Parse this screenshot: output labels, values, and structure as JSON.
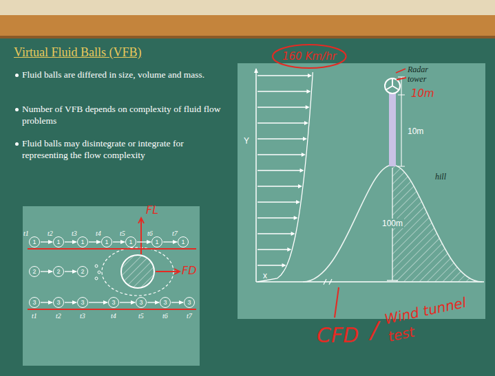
{
  "diagram": {
    "title": "Virtual Fluid Balls (VFB)",
    "nodes": [
      {
        "text": [
          "1"
        ]
      },
      {
        "text": [
          "1"
        ]
      },
      {
        "text": [
          "1"
        ]
      },
      {
        "text": [
          "1"
        ]
      },
      {
        "text": [
          "1"
        ]
      },
      {
        "text": [
          "1"
        ]
      },
      {
        "text": [
          "1"
        ]
      },
      {
        "text": [
          "2"
        ]
      },
      {
        "text": [
          "2"
        ]
      },
      {
        "text": [
          "2"
        ]
      },
      {
        "text": [
          "3"
        ]
      },
      {
        "text": [
          "3"
        ]
      },
      {
        "text": [
          "3"
        ]
      },
      {
        "text": [
          "3"
        ]
      },
      {
        "text": [
          "3"
        ]
      },
      {
        "text": [
          "3"
        ]
      },
      {
        "text": [
          "3"
        ]
      }
    ],
    "edges": [
      {
        "from": 0,
        "to": 1,
        "arrow": "to"
      },
      {
        "from": 1,
        "to": 2,
        "arrow": "to"
      },
      {
        "from": 2,
        "to": 3,
        "arrow": "to"
      },
      {
        "from": 3,
        "to": 4,
        "arrow": "to"
      },
      {
        "from": 4,
        "to": 5,
        "arrow": "to"
      },
      {
        "from": 5,
        "to": 6,
        "arrow": "to"
      },
      {
        "from": 7,
        "to": 8,
        "arrow": "to"
      },
      {
        "from": 8,
        "to": 9,
        "arrow": "to"
      },
      {
        "from": 10,
        "to": 11,
        "arrow": "to"
      },
      {
        "from": 11,
        "to": 12,
        "arrow": "to"
      },
      {
        "from": 12,
        "to": 13,
        "arrow": "to"
      },
      {
        "from": 13,
        "to": 14,
        "arrow": "to"
      },
      {
        "from": 14,
        "to": 15,
        "arrow": "to"
      },
      {
        "from": 15,
        "to": 16,
        "arrow": "to"
      }
    ],
    "labels": [
      "Fluid balls are differed in size, volume and mass.",
      "Number of VFB depends on complexity of fluid flow problems",
      "Fluid balls may disintegrate or integrate for representing the flow complexity",
      "160 Km/hr",
      "Radar tower",
      "10m",
      "10m",
      "100m",
      "hill",
      "Y",
      "x",
      "CFD",
      "/",
      "Wind tunnel test",
      "t1",
      "t2",
      "t3",
      "t4",
      "t5",
      "t6",
      "t7",
      "t1",
      "t2",
      "t3",
      "t4",
      "t5",
      "t6",
      "t7",
      "FL",
      "FD"
    ]
  }
}
